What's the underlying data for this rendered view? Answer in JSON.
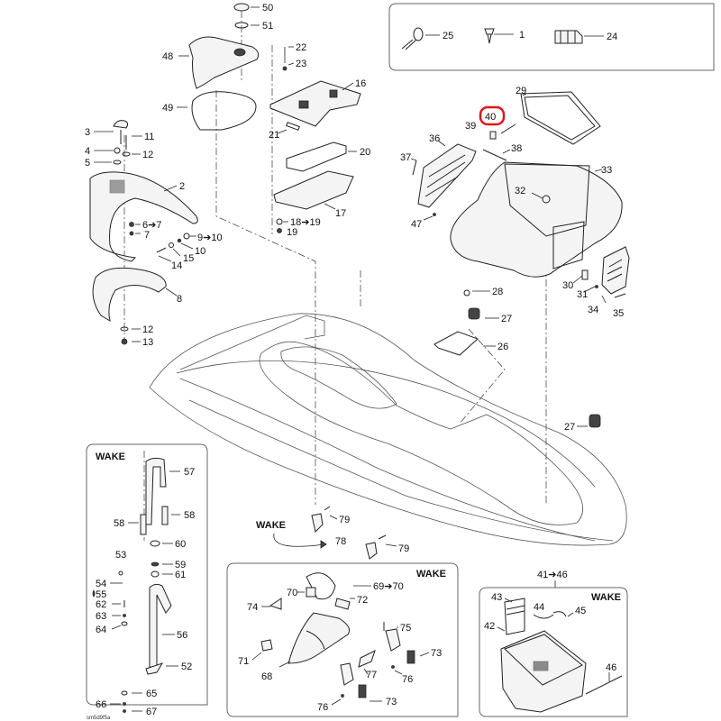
{
  "diagram": {
    "title": "Body / Storage exploded parts diagram",
    "highlight_color": "#e0161b",
    "highlighted_callout": "40",
    "variant_label": "WAKE",
    "caption_code": "sm5d9f5a",
    "callouts": {
      "c1": "1",
      "c2": "2",
      "c3": "3",
      "c4": "4",
      "c5": "5",
      "c6": "6➔7",
      "c7": "7",
      "c8": "8",
      "c9": "9➔10",
      "c10": "10",
      "c11": "11",
      "c12a": "12",
      "c12b": "12",
      "c13": "13",
      "c14": "14",
      "c15": "15",
      "c16": "16",
      "c17": "17",
      "c18": "18➔19",
      "c19": "19",
      "c20": "20",
      "c21": "21",
      "c22": "22",
      "c23": "23",
      "c24": "24",
      "c25": "25",
      "c26": "26",
      "c27a": "27",
      "c27b": "27",
      "c28": "28",
      "c29": "29",
      "c30": "30",
      "c31": "31",
      "c32": "32",
      "c33": "33",
      "c34": "34",
      "c35": "35",
      "c36": "36",
      "c37": "37",
      "c38": "38",
      "c39": "39",
      "c40": "40",
      "c41": "41➔46",
      "c42": "42",
      "c43": "43",
      "c44": "44",
      "c45": "45",
      "c46": "46",
      "c47": "47",
      "c48": "48",
      "c49": "49",
      "c50": "50",
      "c51": "51",
      "c52": "52",
      "c53": "53",
      "c54": "54",
      "c55": "55",
      "c56": "56",
      "c57": "57",
      "c58a": "58",
      "c58b": "58",
      "c59": "59",
      "c60": "60",
      "c61": "61",
      "c62": "62",
      "c63": "63",
      "c64": "64",
      "c65": "65",
      "c66": "66",
      "c67": "67",
      "c68": "68",
      "c69": "69➔70",
      "c70": "70",
      "c71": "71",
      "c72": "72",
      "c73a": "73",
      "c73b": "73",
      "c74": "74",
      "c75": "75",
      "c76a": "76",
      "c76b": "76",
      "c77": "77",
      "c78": "78",
      "c79a": "79",
      "c79b": "79"
    },
    "wake_labels": {
      "left_box": "WAKE",
      "center_arrow": "WAKE",
      "bottom_box": "WAKE",
      "right_box": "WAKE"
    }
  }
}
